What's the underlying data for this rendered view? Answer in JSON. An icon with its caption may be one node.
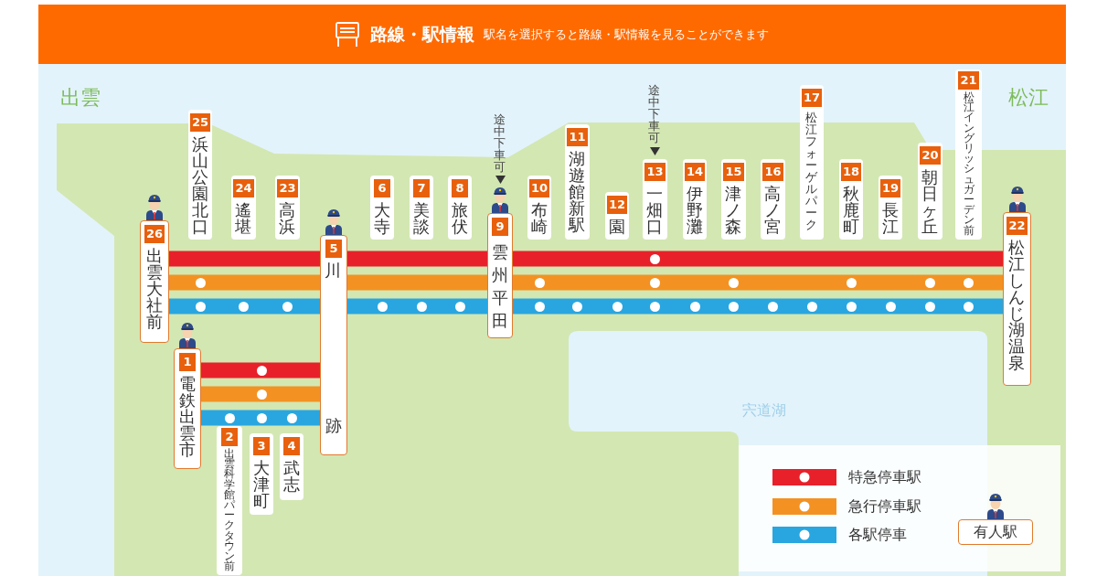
{
  "diagram": {
    "title": "路線・駅情報",
    "nodes": [
      {
        "text": [
          "1",
          "電鉄出雲市"
        ]
      },
      {
        "text": [
          "2",
          "出雲科学館パークタウン前"
        ]
      },
      {
        "text": [
          "3",
          "大津町"
        ]
      },
      {
        "text": [
          "4",
          "武志"
        ]
      },
      {
        "text": [
          "5",
          "川跡"
        ]
      },
      {
        "text": [
          "6",
          "大寺"
        ]
      },
      {
        "text": [
          "7",
          "美談"
        ]
      },
      {
        "text": [
          "8",
          "旅伏"
        ]
      },
      {
        "text": [
          "9",
          "雲州平田"
        ]
      },
      {
        "text": [
          "10",
          "布崎"
        ]
      },
      {
        "text": [
          "11",
          "湖遊館新駅"
        ]
      },
      {
        "text": [
          "12",
          "園"
        ]
      },
      {
        "text": [
          "13",
          "一畑口"
        ]
      },
      {
        "text": [
          "14",
          "伊野灘"
        ]
      },
      {
        "text": [
          "15",
          "津ノ森"
        ]
      },
      {
        "text": [
          "16",
          "高ノ宮"
        ]
      },
      {
        "text": [
          "17",
          "松江フォーゲルパーク"
        ]
      },
      {
        "text": [
          "18",
          "秋鹿町"
        ]
      },
      {
        "text": [
          "19",
          "長江"
        ]
      },
      {
        "text": [
          "20",
          "朝日ヶ丘"
        ]
      },
      {
        "text": [
          "21",
          "松江イングリッシュガーデン前"
        ]
      },
      {
        "text": [
          "22",
          "松江しんじ湖温泉"
        ]
      },
      {
        "text": [
          "23",
          "高浜"
        ]
      },
      {
        "text": [
          "24",
          "遙堪"
        ]
      },
      {
        "text": [
          "25",
          "浜山公園北口"
        ]
      },
      {
        "text": [
          "26",
          "出雲大社前"
        ]
      }
    ],
    "edges": [
      {
        "from": 25,
        "to": 4,
        "arrow": "none",
        "color": "#e8202a"
      },
      {
        "from": 25,
        "to": 4,
        "arrow": "none",
        "color": "#f39222"
      },
      {
        "from": 25,
        "to": 4,
        "arrow": "none",
        "color": "#29a6e0"
      },
      {
        "from": 4,
        "to": 8,
        "arrow": "none",
        "color": "#e8202a"
      },
      {
        "from": 4,
        "to": 8,
        "arrow": "none",
        "color": "#f39222"
      },
      {
        "from": 4,
        "to": 8,
        "arrow": "none",
        "color": "#29a6e0"
      },
      {
        "from": 8,
        "to": 21,
        "arrow": "none",
        "color": "#e8202a"
      },
      {
        "from": 8,
        "to": 21,
        "arrow": "none",
        "color": "#f39222"
      },
      {
        "from": 8,
        "to": 21,
        "arrow": "none",
        "color": "#29a6e0"
      },
      {
        "from": 0,
        "to": 4,
        "arrow": "none",
        "color": "#e8202a"
      },
      {
        "from": 0,
        "to": 4,
        "arrow": "none",
        "color": "#f39222"
      },
      {
        "from": 0,
        "to": 4,
        "arrow": "none",
        "color": "#29a6e0"
      }
    ],
    "labels": [
      "駅名を選択すると路線・駅情報を見ることができます",
      "出雲",
      "途中下車可",
      "途中下車可",
      "松江",
      "宍道湖"
    ],
    "legend": [
      {
        "text": "特急停車駅",
        "color": "#e8202a"
      },
      {
        "text": "急行停車駅",
        "color": "#f39222"
      },
      {
        "text": "各駅停車",
        "color": "#29a6e0"
      },
      {
        "text": "有人駅"
      }
    ]
  }
}
